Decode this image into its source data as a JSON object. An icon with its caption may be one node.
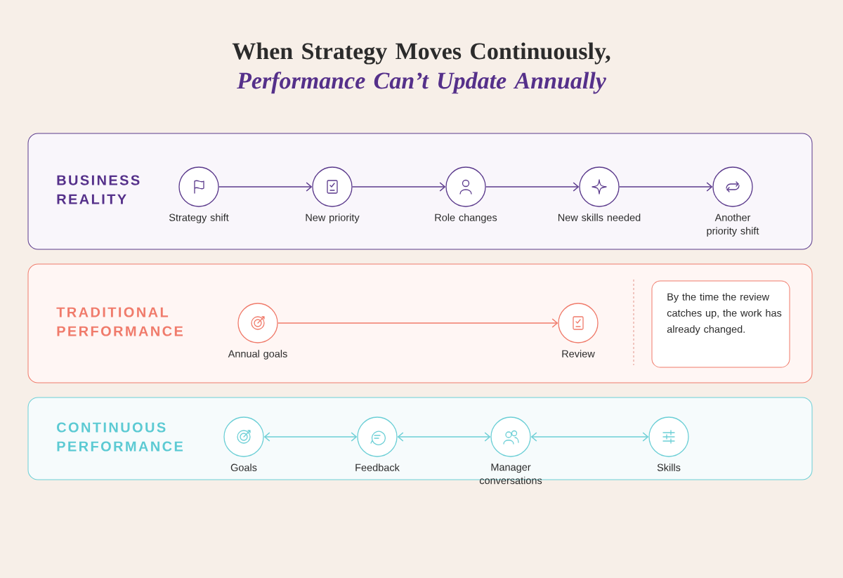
{
  "diagram": {
    "title": "When Strategy Moves Continuously, *Performance Can’t Update Annually*",
    "nodes": [
      {
        "text": [
          "BUSINESS REALITY"
        ]
      },
      {
        "text": [
          "Strategy shift"
        ],
        "in": 0
      },
      {
        "text": [
          "New priority"
        ],
        "in": 0
      },
      {
        "text": [
          "Role changes"
        ],
        "in": 0
      },
      {
        "text": [
          "New skills needed"
        ],
        "in": 0
      },
      {
        "text": [
          "Another priority shift"
        ],
        "in": 0
      },
      {
        "text": [
          "TRADITIONAL PERFORMANCE"
        ]
      },
      {
        "text": [
          "Annual goals"
        ],
        "in": 6
      },
      {
        "text": [
          "Review"
        ],
        "in": 6
      },
      {
        "text": [
          "By the time the review catches up, the work has already changed."
        ],
        "in": 6
      },
      {
        "text": [
          "CONTINUOUS PERFORMANCE"
        ]
      },
      {
        "text": [
          "Goals"
        ],
        "in": 10
      },
      {
        "text": [
          "Feedback"
        ],
        "in": 10
      },
      {
        "text": [
          "Manager conversations"
        ],
        "in": 10
      },
      {
        "text": [
          "Skills"
        ],
        "in": 10
      }
    ],
    "edges": [
      {
        "from": 1,
        "to": 2,
        "arrow": "to"
      },
      {
        "from": 2,
        "to": 3,
        "arrow": "to"
      },
      {
        "from": 3,
        "to": 4,
        "arrow": "to"
      },
      {
        "from": 4,
        "to": 5,
        "arrow": "to"
      },
      {
        "from": 7,
        "to": 8,
        "arrow": "to",
        "color": "#f07b6b"
      },
      {
        "from": 11,
        "to": 12,
        "arrow": "both",
        "color": "#6ccfd6"
      },
      {
        "from": 12,
        "to": 13,
        "arrow": "both",
        "color": "#6ccfd6"
      },
      {
        "from": 13,
        "to": 14,
        "arrow": "both",
        "color": "#6ccfd6"
      }
    ]
  }
}
